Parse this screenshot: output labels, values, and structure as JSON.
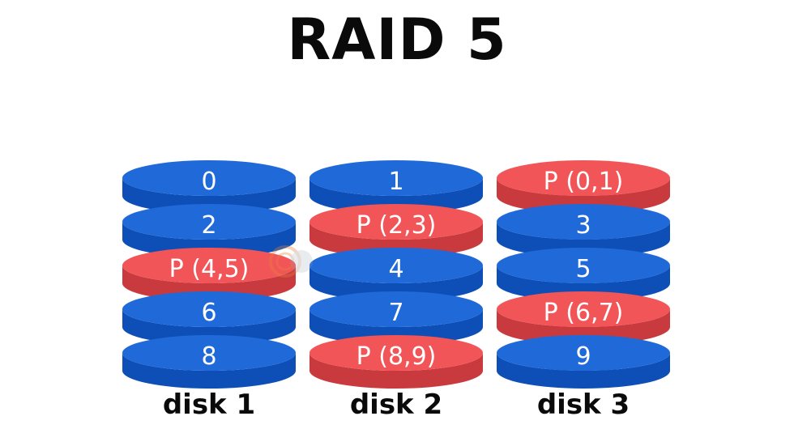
{
  "title": "RAID 5",
  "colors": {
    "data_top": "#1f6ad8",
    "data_side": "#0d4fb6",
    "parity_top": "#f25558",
    "parity_side": "#c83a3e",
    "block_text": "#ffffff",
    "label_text": "#0a0a0a"
  },
  "disks": [
    {
      "label": "disk 1",
      "blocks": [
        {
          "text": "0",
          "type": "data"
        },
        {
          "text": "2",
          "type": "data"
        },
        {
          "text": "P (4,5)",
          "type": "parity"
        },
        {
          "text": "6",
          "type": "data"
        },
        {
          "text": "8",
          "type": "data"
        }
      ]
    },
    {
      "label": "disk 2",
      "blocks": [
        {
          "text": "1",
          "type": "data"
        },
        {
          "text": "P (2,3)",
          "type": "parity"
        },
        {
          "text": "4",
          "type": "data"
        },
        {
          "text": "7",
          "type": "data"
        },
        {
          "text": "P (8,9)",
          "type": "parity"
        }
      ]
    },
    {
      "label": "disk 3",
      "blocks": [
        {
          "text": "P (0,1)",
          "type": "parity"
        },
        {
          "text": "3",
          "type": "data"
        },
        {
          "text": "5",
          "type": "data"
        },
        {
          "text": "P (6,7)",
          "type": "parity"
        },
        {
          "text": "9",
          "type": "data"
        }
      ]
    }
  ]
}
